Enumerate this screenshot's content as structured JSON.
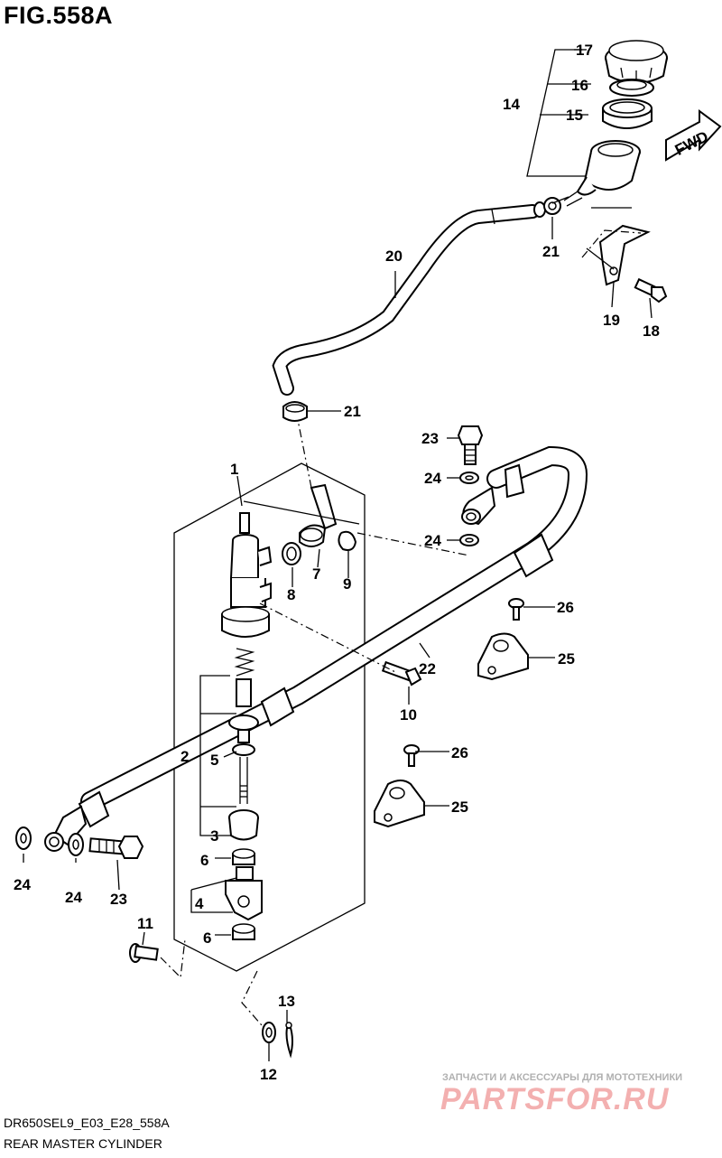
{
  "figure": {
    "title": "FIG.558A",
    "code": "DR650SEL9_E03_E28_558A",
    "name": "REAR MASTER CYLINDER"
  },
  "fwd_label": "FWD",
  "callouts": [
    {
      "id": "c1",
      "text": "1"
    },
    {
      "id": "c2",
      "text": "2"
    },
    {
      "id": "c3",
      "text": "3"
    },
    {
      "id": "c4",
      "text": "4"
    },
    {
      "id": "c5",
      "text": "5"
    },
    {
      "id": "c6a",
      "text": "6"
    },
    {
      "id": "c6b",
      "text": "6"
    },
    {
      "id": "c7",
      "text": "7"
    },
    {
      "id": "c8",
      "text": "8"
    },
    {
      "id": "c9",
      "text": "9"
    },
    {
      "id": "c10",
      "text": "10"
    },
    {
      "id": "c11",
      "text": "11"
    },
    {
      "id": "c12",
      "text": "12"
    },
    {
      "id": "c13",
      "text": "13"
    },
    {
      "id": "c14",
      "text": "14"
    },
    {
      "id": "c15",
      "text": "15"
    },
    {
      "id": "c16",
      "text": "16"
    },
    {
      "id": "c17",
      "text": "17"
    },
    {
      "id": "c18",
      "text": "18"
    },
    {
      "id": "c19",
      "text": "19"
    },
    {
      "id": "c20",
      "text": "20"
    },
    {
      "id": "c21a",
      "text": "21"
    },
    {
      "id": "c21b",
      "text": "21"
    },
    {
      "id": "c22",
      "text": "22"
    },
    {
      "id": "c23a",
      "text": "23"
    },
    {
      "id": "c23b",
      "text": "23"
    },
    {
      "id": "c24a",
      "text": "24"
    },
    {
      "id": "c24b",
      "text": "24"
    },
    {
      "id": "c24c",
      "text": "24"
    },
    {
      "id": "c24d",
      "text": "24"
    },
    {
      "id": "c25a",
      "text": "25"
    },
    {
      "id": "c25b",
      "text": "25"
    },
    {
      "id": "c26a",
      "text": "26"
    },
    {
      "id": "c26b",
      "text": "26"
    }
  ],
  "watermark": {
    "caption": "ЗАПЧАСТИ И АКСЕССУАРЫ ДЛЯ МОТОТЕХНИКИ",
    "logo": "PARTSFOR.RU"
  }
}
